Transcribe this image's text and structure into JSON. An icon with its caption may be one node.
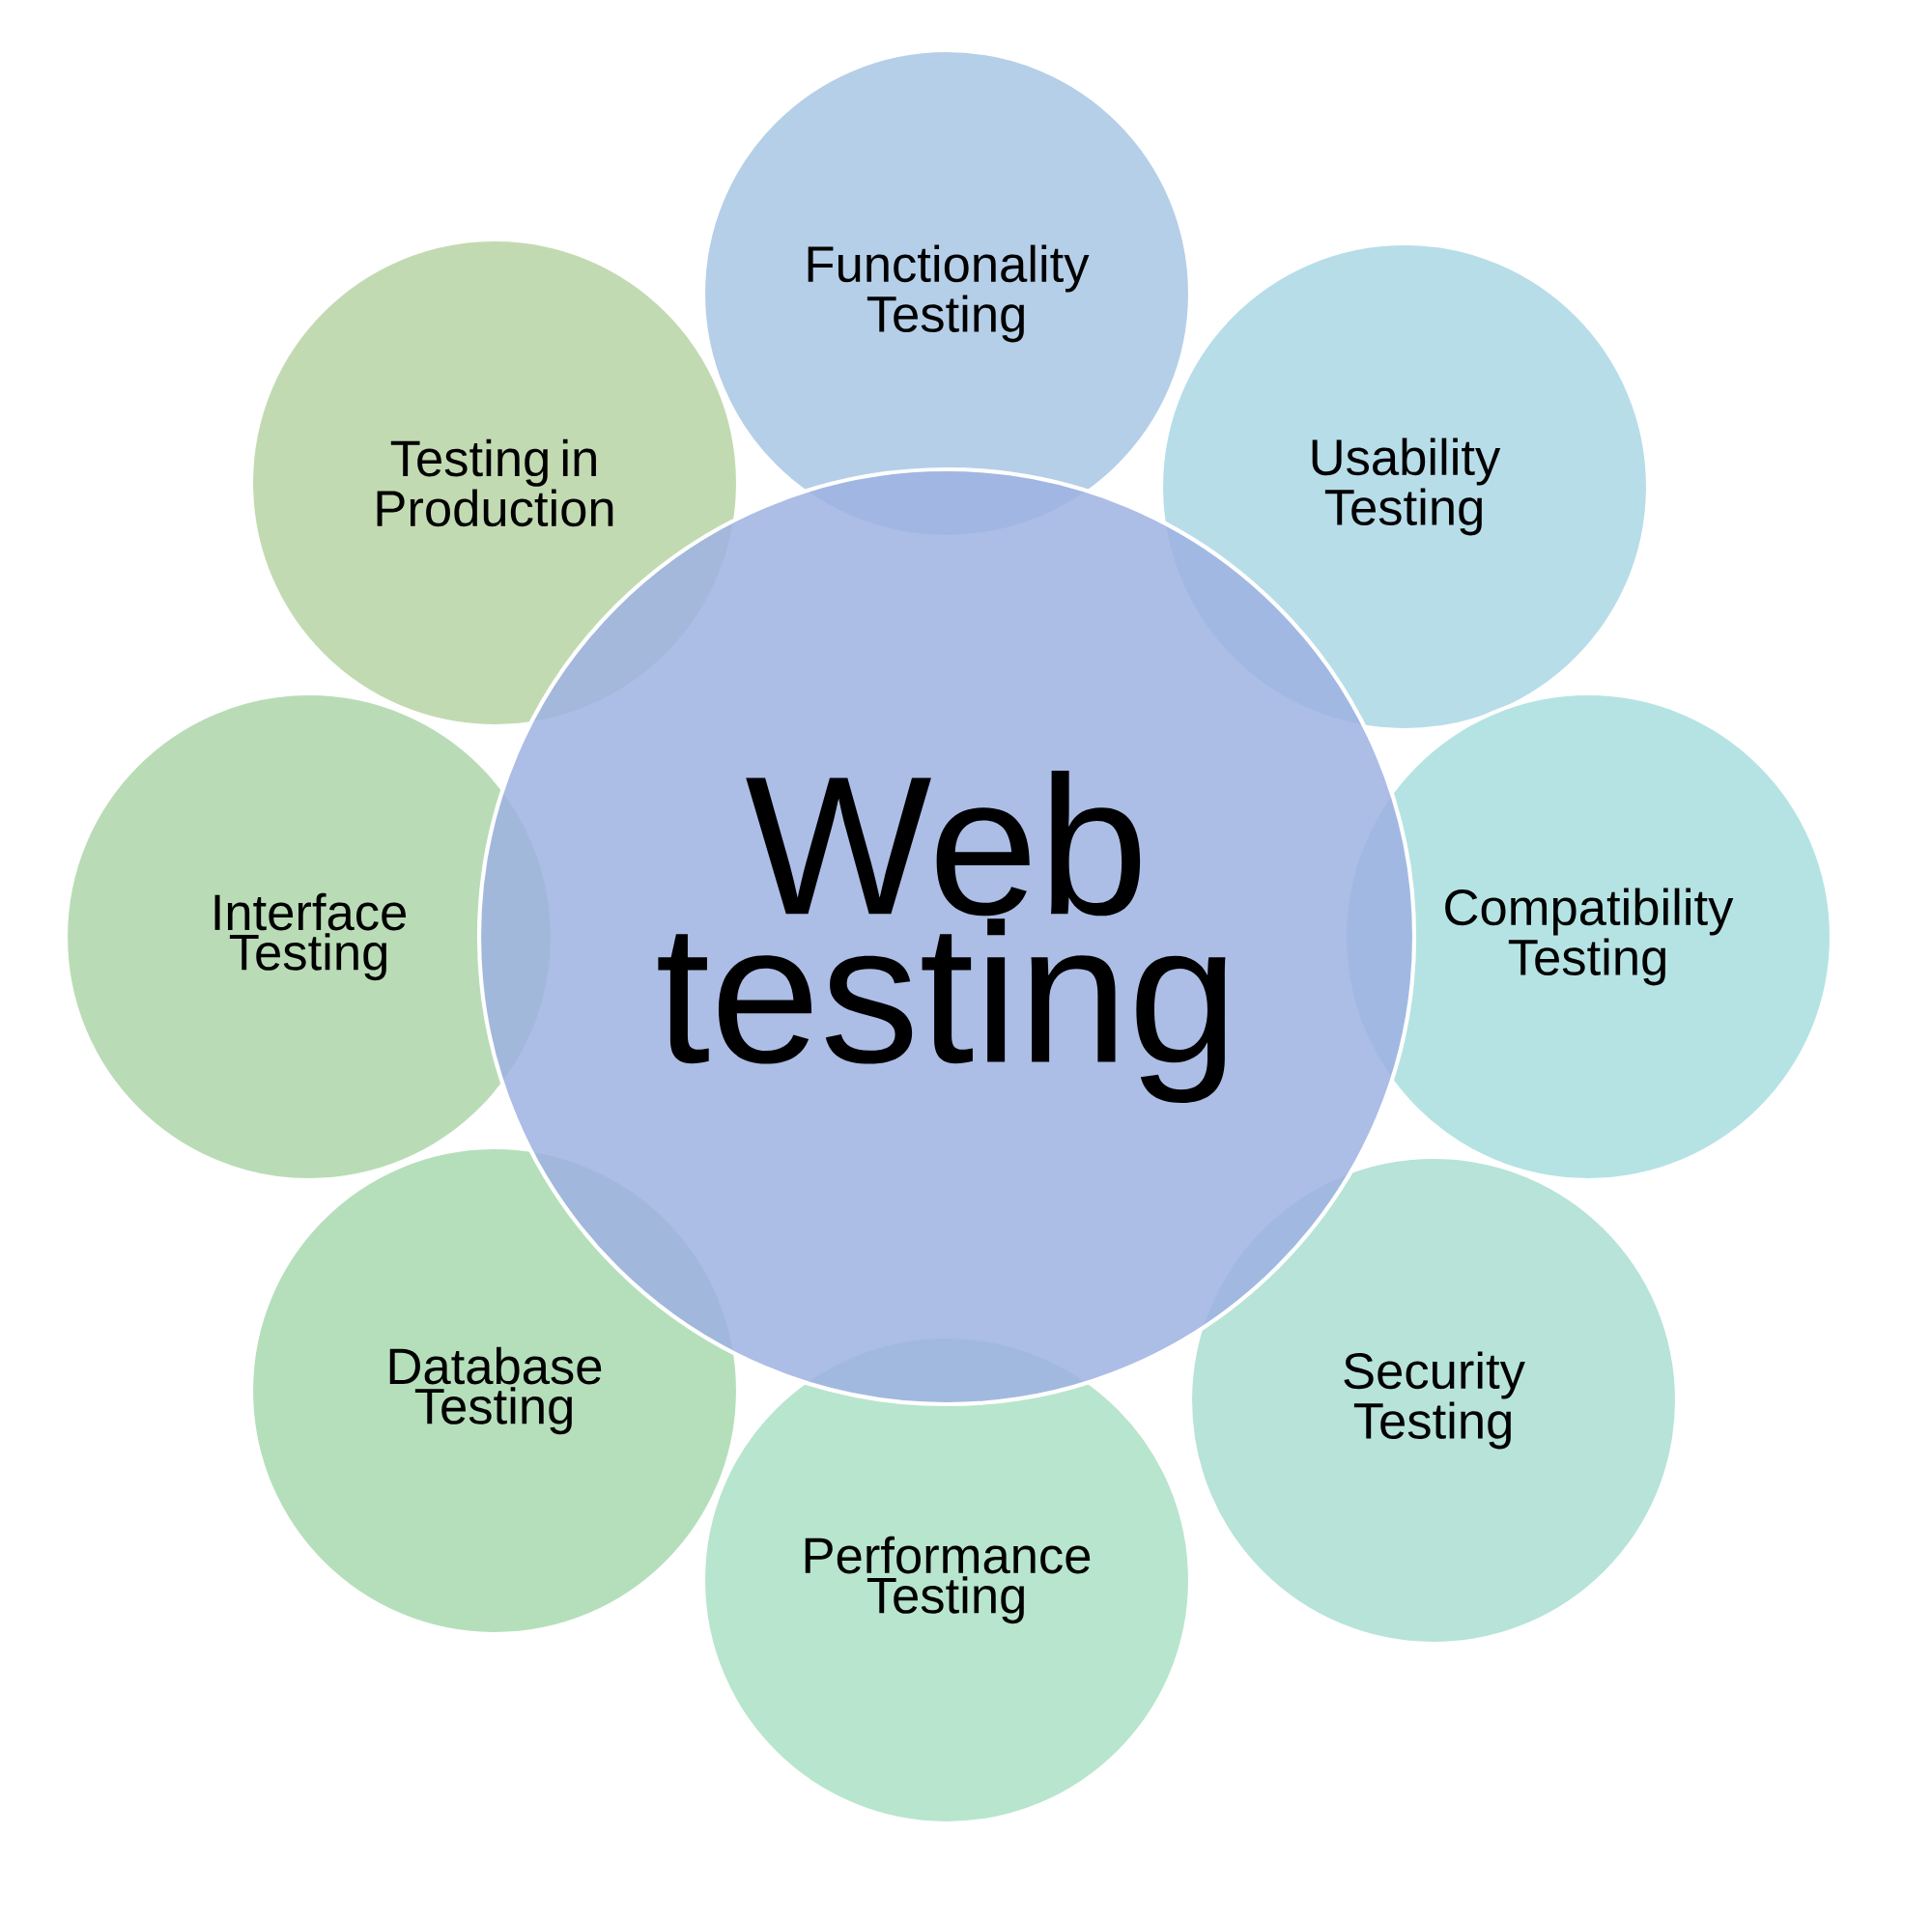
{
  "diagram": {
    "nodes": [
      {
        "text": [
          "Web testing"
        ]
      },
      {
        "text": [
          "Functionality Testing"
        ]
      },
      {
        "text": [
          "Usability Testing"
        ]
      },
      {
        "text": [
          "Compatibility Testing"
        ]
      },
      {
        "text": [
          "Security Testing"
        ]
      },
      {
        "text": [
          "Performance Testing"
        ]
      },
      {
        "text": [
          "Database Testing"
        ]
      },
      {
        "text": [
          "Interface Testing"
        ]
      },
      {
        "text": [
          "Testing in Production"
        ]
      }
    ]
  }
}
